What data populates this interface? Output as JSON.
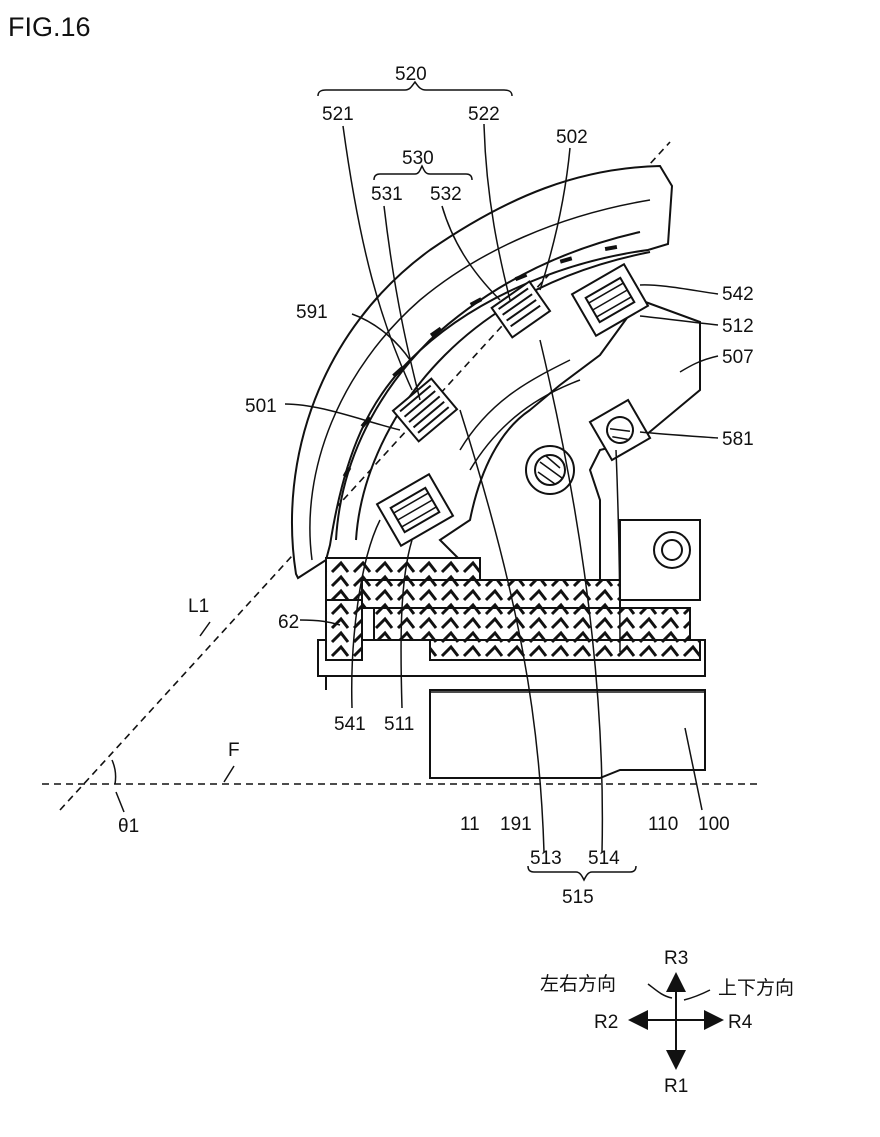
{
  "figure": {
    "title": "FIG.16",
    "labels": {
      "l520": "520",
      "l521": "521",
      "l522": "522",
      "l530": "530",
      "l531": "531",
      "l532": "532",
      "l502": "502",
      "l591": "591",
      "l542": "542",
      "l512": "512",
      "l507": "507",
      "l501": "501",
      "l581": "581",
      "l62": "62",
      "lL1": "L1",
      "l541": "541",
      "l511": "511",
      "lF": "F",
      "lTheta": "θ1",
      "l11": "11",
      "l191": "191",
      "l110": "110",
      "l100": "100",
      "l513": "513",
      "l514": "514",
      "l515": "515"
    },
    "compass": {
      "r1": "R1",
      "r2": "R2",
      "r3": "R3",
      "r4": "R4",
      "lr_dir": "左右方向",
      "ud_dir": "上下方向"
    }
  }
}
